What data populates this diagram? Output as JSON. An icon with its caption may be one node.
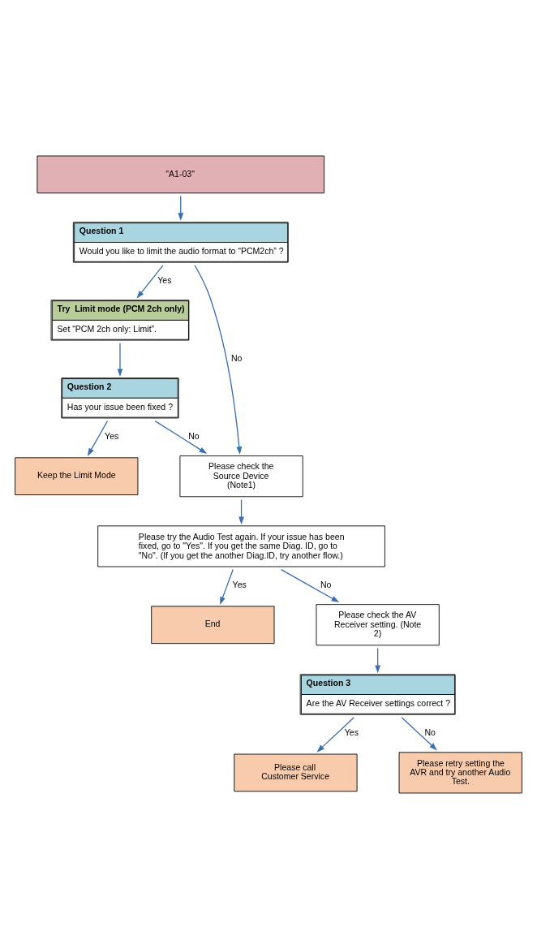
{
  "diagram": {
    "nodes": [
      {
        "text": [
          "\"A1-03\""
        ]
      },
      {
        "text": [
          "Question 1",
          "Would you like to limit the audio format to “PCM2ch” ?"
        ]
      },
      {
        "text": [
          "Try  Limit mode (PCM 2ch only)",
          "Set “PCM 2ch only: Limit”."
        ]
      },
      {
        "text": [
          "Question 2",
          "Has your issue been fixed ?"
        ]
      },
      {
        "text": [
          "Keep the Limit Mode"
        ]
      },
      {
        "text": [
          "Please check the Source Device (Note1)"
        ]
      },
      {
        "text": [
          "Please try the Audio Test again. If your issue has been fixed, go to \"Yes\". If you get the same Diag. ID, go to \"No\". (If you get the another Diag.ID, try another flow.)"
        ]
      },
      {
        "text": [
          "End"
        ]
      },
      {
        "text": [
          "Please check the AV Receiver setting. (Note 2)"
        ]
      },
      {
        "text": [
          "Question 3",
          "Are the AV Receiver settings correct ?"
        ]
      },
      {
        "text": [
          "Please call Customer Service"
        ]
      },
      {
        "text": [
          "Please retry setting the AVR and try another Audio Test."
        ]
      }
    ],
    "edges": [
      {
        "from": 0,
        "to": 1,
        "arrow": "to"
      },
      {
        "from": 1,
        "to": 2,
        "arrow": "to",
        "label": "Yes"
      },
      {
        "from": 1,
        "to": 5,
        "arrow": "to",
        "label": "No"
      },
      {
        "from": 2,
        "to": 3,
        "arrow": "to"
      },
      {
        "from": 3,
        "to": 4,
        "arrow": "to",
        "label": "Yes"
      },
      {
        "from": 3,
        "to": 5,
        "arrow": "to",
        "label": "No"
      },
      {
        "from": 5,
        "to": 6,
        "arrow": "to"
      },
      {
        "from": 6,
        "to": 7,
        "arrow": "to",
        "label": "Yes"
      },
      {
        "from": 6,
        "to": 8,
        "arrow": "to",
        "label": "No"
      },
      {
        "from": 8,
        "to": 9,
        "arrow": "to"
      },
      {
        "from": 9,
        "to": 10,
        "arrow": "to",
        "label": "Yes"
      },
      {
        "from": 9,
        "to": 11,
        "arrow": "to",
        "label": "No"
      }
    ]
  }
}
